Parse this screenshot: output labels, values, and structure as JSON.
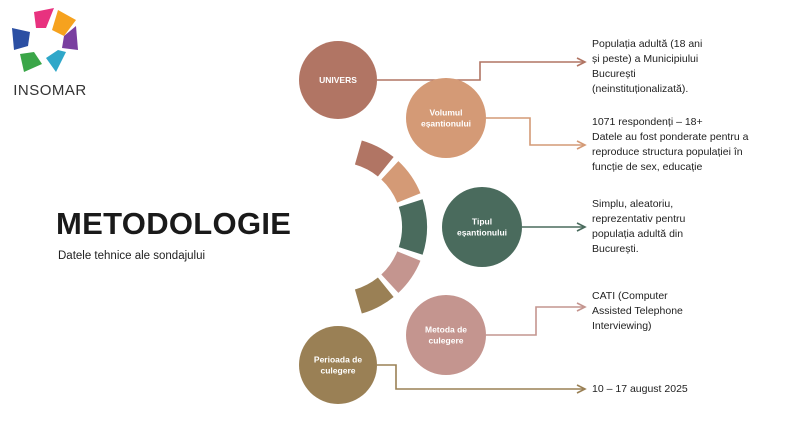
{
  "brand": {
    "name": "INSOMAR",
    "colors": [
      "#e8327f",
      "#f6a21e",
      "#7a3fa0",
      "#2fa7c9",
      "#3aa648",
      "#2b4fa3"
    ]
  },
  "title": "METODOLOGIE",
  "subtitle": "Datele tehnice ale sondajului",
  "items": [
    {
      "label_lines": [
        "UNIVERS"
      ],
      "color": "#b17564",
      "description": "Populația adultă (18 ani\nși peste) a Municipiului\nBucurești\n(neinstituționalizată)."
    },
    {
      "label_lines": [
        "Volumul",
        "eșantionului"
      ],
      "color": "#d49a76",
      "description": "1071  respondenți – 18+\nDatele au fost ponderate pentru a\nreproduce structura populației în\nfuncție de sex, educație"
    },
    {
      "label_lines": [
        "Tipul",
        "eșantionului"
      ],
      "color": "#4a6b5d",
      "description": "Simplu, aleatoriu,\nreprezentativ pentru\npopulația adultă din\nBucurești."
    },
    {
      "label_lines": [
        "Metoda de",
        "culegere"
      ],
      "color": "#c4958f",
      "description": "CATI (Computer\nAssisted Telephone\nInterviewing)"
    },
    {
      "label_lines": [
        "Perioada de",
        "culegere"
      ],
      "color": "#9a8055",
      "description": "10 – 17 august 2025"
    }
  ]
}
